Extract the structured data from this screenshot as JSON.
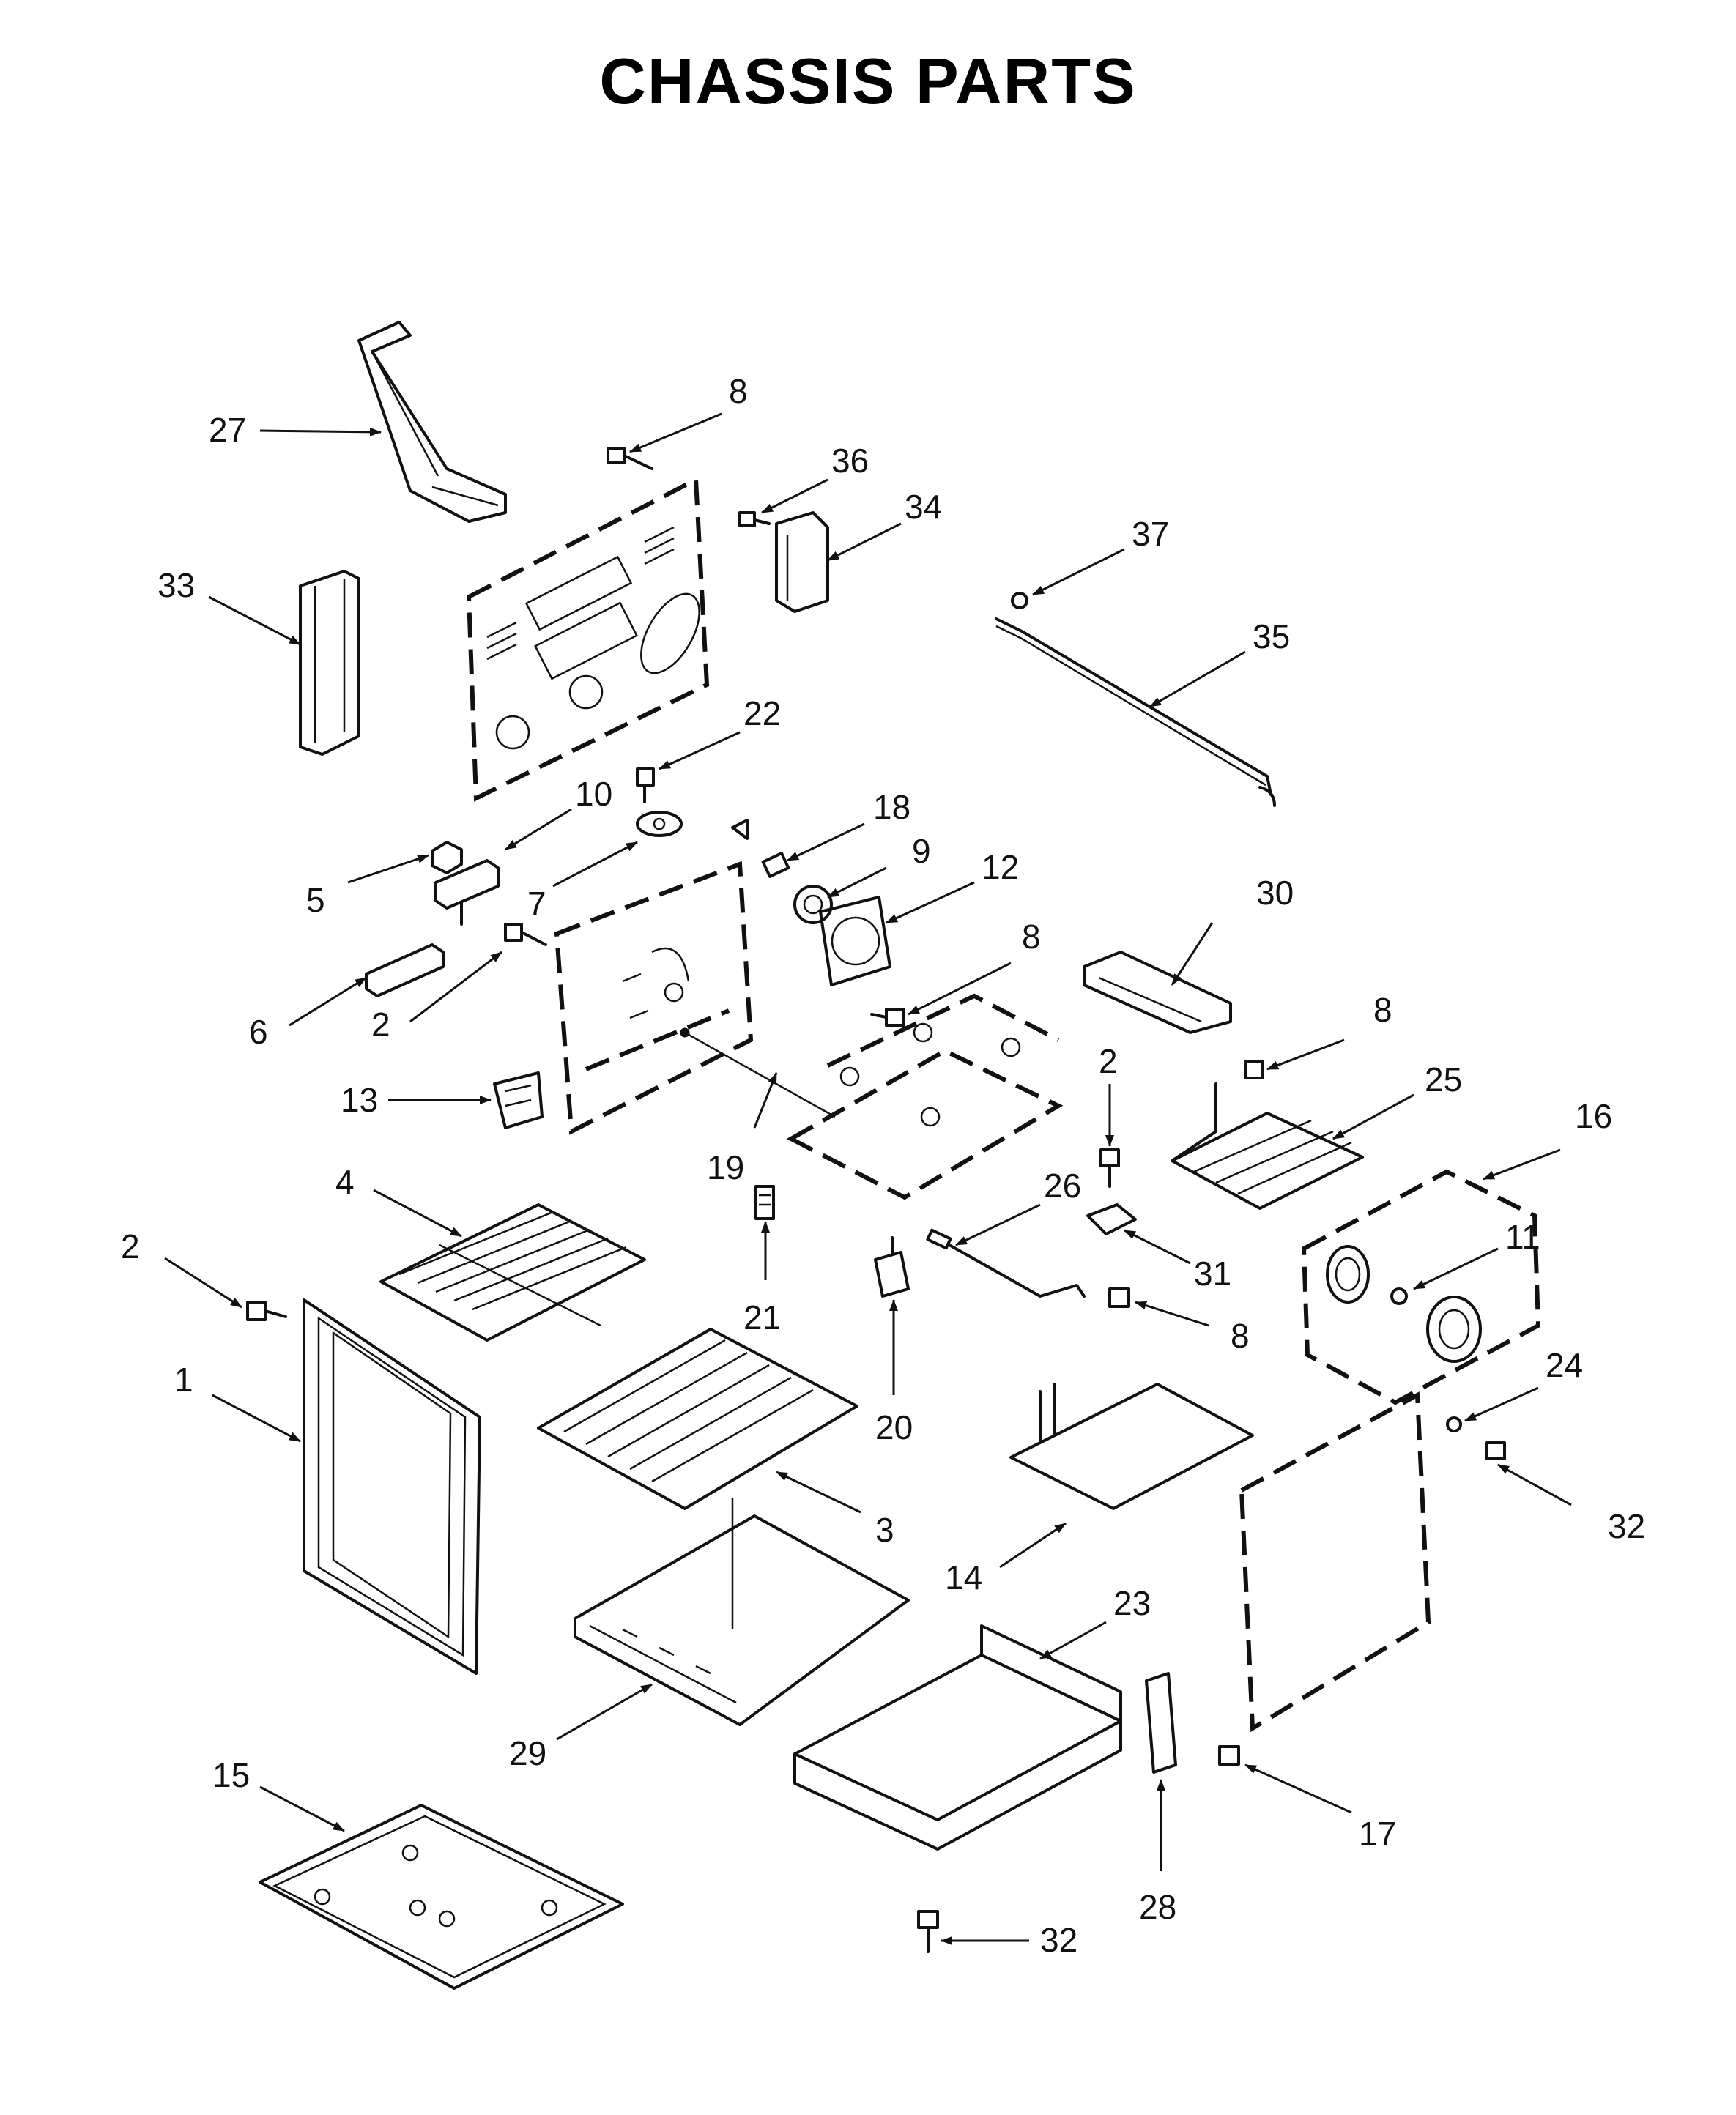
{
  "title": "CHASSIS PARTS",
  "callouts": [
    {
      "id": "c27",
      "label": "27"
    },
    {
      "id": "c8a",
      "label": "8"
    },
    {
      "id": "c36",
      "label": "36"
    },
    {
      "id": "c34",
      "label": "34"
    },
    {
      "id": "c33",
      "label": "33"
    },
    {
      "id": "c37",
      "label": "37"
    },
    {
      "id": "c35",
      "label": "35"
    },
    {
      "id": "c22",
      "label": "22"
    },
    {
      "id": "c10",
      "label": "10"
    },
    {
      "id": "c18",
      "label": "18"
    },
    {
      "id": "c5",
      "label": "5"
    },
    {
      "id": "c9",
      "label": "9"
    },
    {
      "id": "c12",
      "label": "12"
    },
    {
      "id": "c7",
      "label": "7"
    },
    {
      "id": "c30",
      "label": "30"
    },
    {
      "id": "c8b",
      "label": "8"
    },
    {
      "id": "c6",
      "label": "6"
    },
    {
      "id": "c2a",
      "label": "2"
    },
    {
      "id": "c2b",
      "label": "2"
    },
    {
      "id": "c8c",
      "label": "8"
    },
    {
      "id": "c25",
      "label": "25"
    },
    {
      "id": "c13",
      "label": "13"
    },
    {
      "id": "c16",
      "label": "16"
    },
    {
      "id": "c19",
      "label": "19"
    },
    {
      "id": "c4",
      "label": "4"
    },
    {
      "id": "c26",
      "label": "26"
    },
    {
      "id": "c2c",
      "label": "2"
    },
    {
      "id": "c11",
      "label": "11"
    },
    {
      "id": "c31",
      "label": "31"
    },
    {
      "id": "c21",
      "label": "21"
    },
    {
      "id": "c1",
      "label": "1"
    },
    {
      "id": "c8d",
      "label": "8"
    },
    {
      "id": "c24",
      "label": "24"
    },
    {
      "id": "c20",
      "label": "20"
    },
    {
      "id": "c3",
      "label": "3"
    },
    {
      "id": "c32a",
      "label": "32"
    },
    {
      "id": "c14",
      "label": "14"
    },
    {
      "id": "c23",
      "label": "23"
    },
    {
      "id": "c29",
      "label": "29"
    },
    {
      "id": "c15",
      "label": "15"
    },
    {
      "id": "c17",
      "label": "17"
    },
    {
      "id": "c28",
      "label": "28"
    },
    {
      "id": "c32b",
      "label": "32"
    }
  ]
}
